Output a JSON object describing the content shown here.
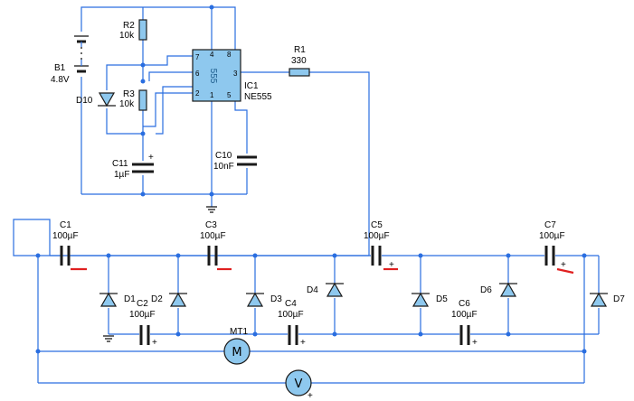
{
  "colors": {
    "wire": "#2a6ee0",
    "part": "#1a1a1a",
    "fill": "#8ec8ee",
    "mark": "#e02020"
  },
  "components": {
    "b1": {
      "name": "B1",
      "value": "4.8V"
    },
    "r2": {
      "name": "R2",
      "value": "10k"
    },
    "r3": {
      "name": "R3",
      "value": "10k"
    },
    "r1": {
      "name": "R1",
      "value": "330"
    },
    "d10": {
      "name": "D10"
    },
    "c11": {
      "name": "C11",
      "value": "1µF",
      "polarity": "+"
    },
    "c10": {
      "name": "C10",
      "value": "10nF"
    },
    "ic1": {
      "name": "IC1",
      "value": "NE555",
      "body": "555",
      "pins": [
        "7",
        "4",
        "8",
        "6",
        "3",
        "2",
        "1",
        "5"
      ]
    },
    "c1": {
      "name": "C1",
      "value": "100µF"
    },
    "c2": {
      "name": "C2",
      "value": "100µF",
      "polarity": "+"
    },
    "c3": {
      "name": "C3",
      "value": "100µF"
    },
    "c4": {
      "name": "C4",
      "value": "100µF",
      "polarity": "+"
    },
    "c5": {
      "name": "C5",
      "value": "100µF",
      "polarity": "+"
    },
    "c6": {
      "name": "C6",
      "value": "100µF",
      "polarity": "+"
    },
    "c7": {
      "name": "C7",
      "value": "100µF",
      "polarity": "+"
    },
    "d1": {
      "name": "D1"
    },
    "d2": {
      "name": "D2"
    },
    "d3": {
      "name": "D3"
    },
    "d4": {
      "name": "D4"
    },
    "d5": {
      "name": "D5"
    },
    "d6": {
      "name": "D6"
    },
    "d7": {
      "name": "D7"
    },
    "mt1": {
      "name": "MT1",
      "symbol": "M"
    },
    "voltmeter": {
      "symbol": "V",
      "polarity": "+"
    }
  }
}
